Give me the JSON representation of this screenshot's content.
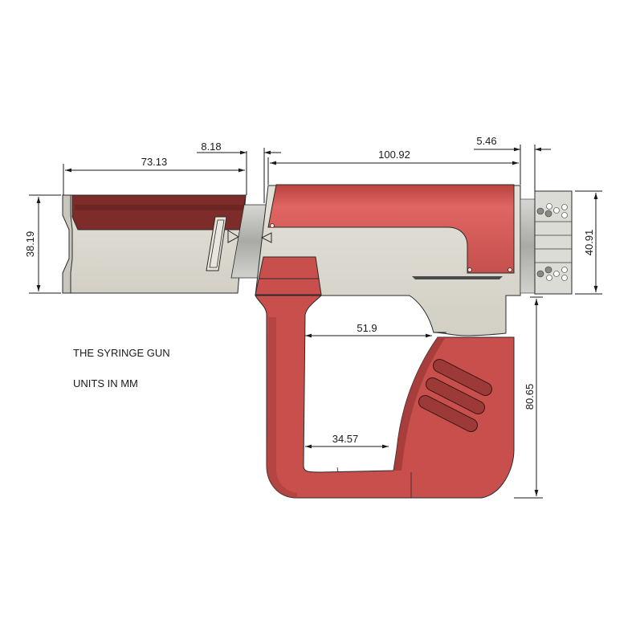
{
  "title": "THE SYRINGE GUN",
  "units_note": "UNITS IN MM",
  "colors": {
    "red_body": "#c94f4c",
    "red_dark": "#7e2c2a",
    "beige": "#d9d6cc",
    "grey_metal": "#b9bab6",
    "outline": "#2a2a2a"
  },
  "dimensions": {
    "barrel_length": "73.13",
    "gap": "8.18",
    "body_length": "100.92",
    "nozzle_offset": "5.46",
    "barrel_height": "38.19",
    "nozzle_height": "40.91",
    "trigger_gap_top": "51.9",
    "trigger_gap_bottom": "34.57",
    "grip_height": "80.65"
  }
}
